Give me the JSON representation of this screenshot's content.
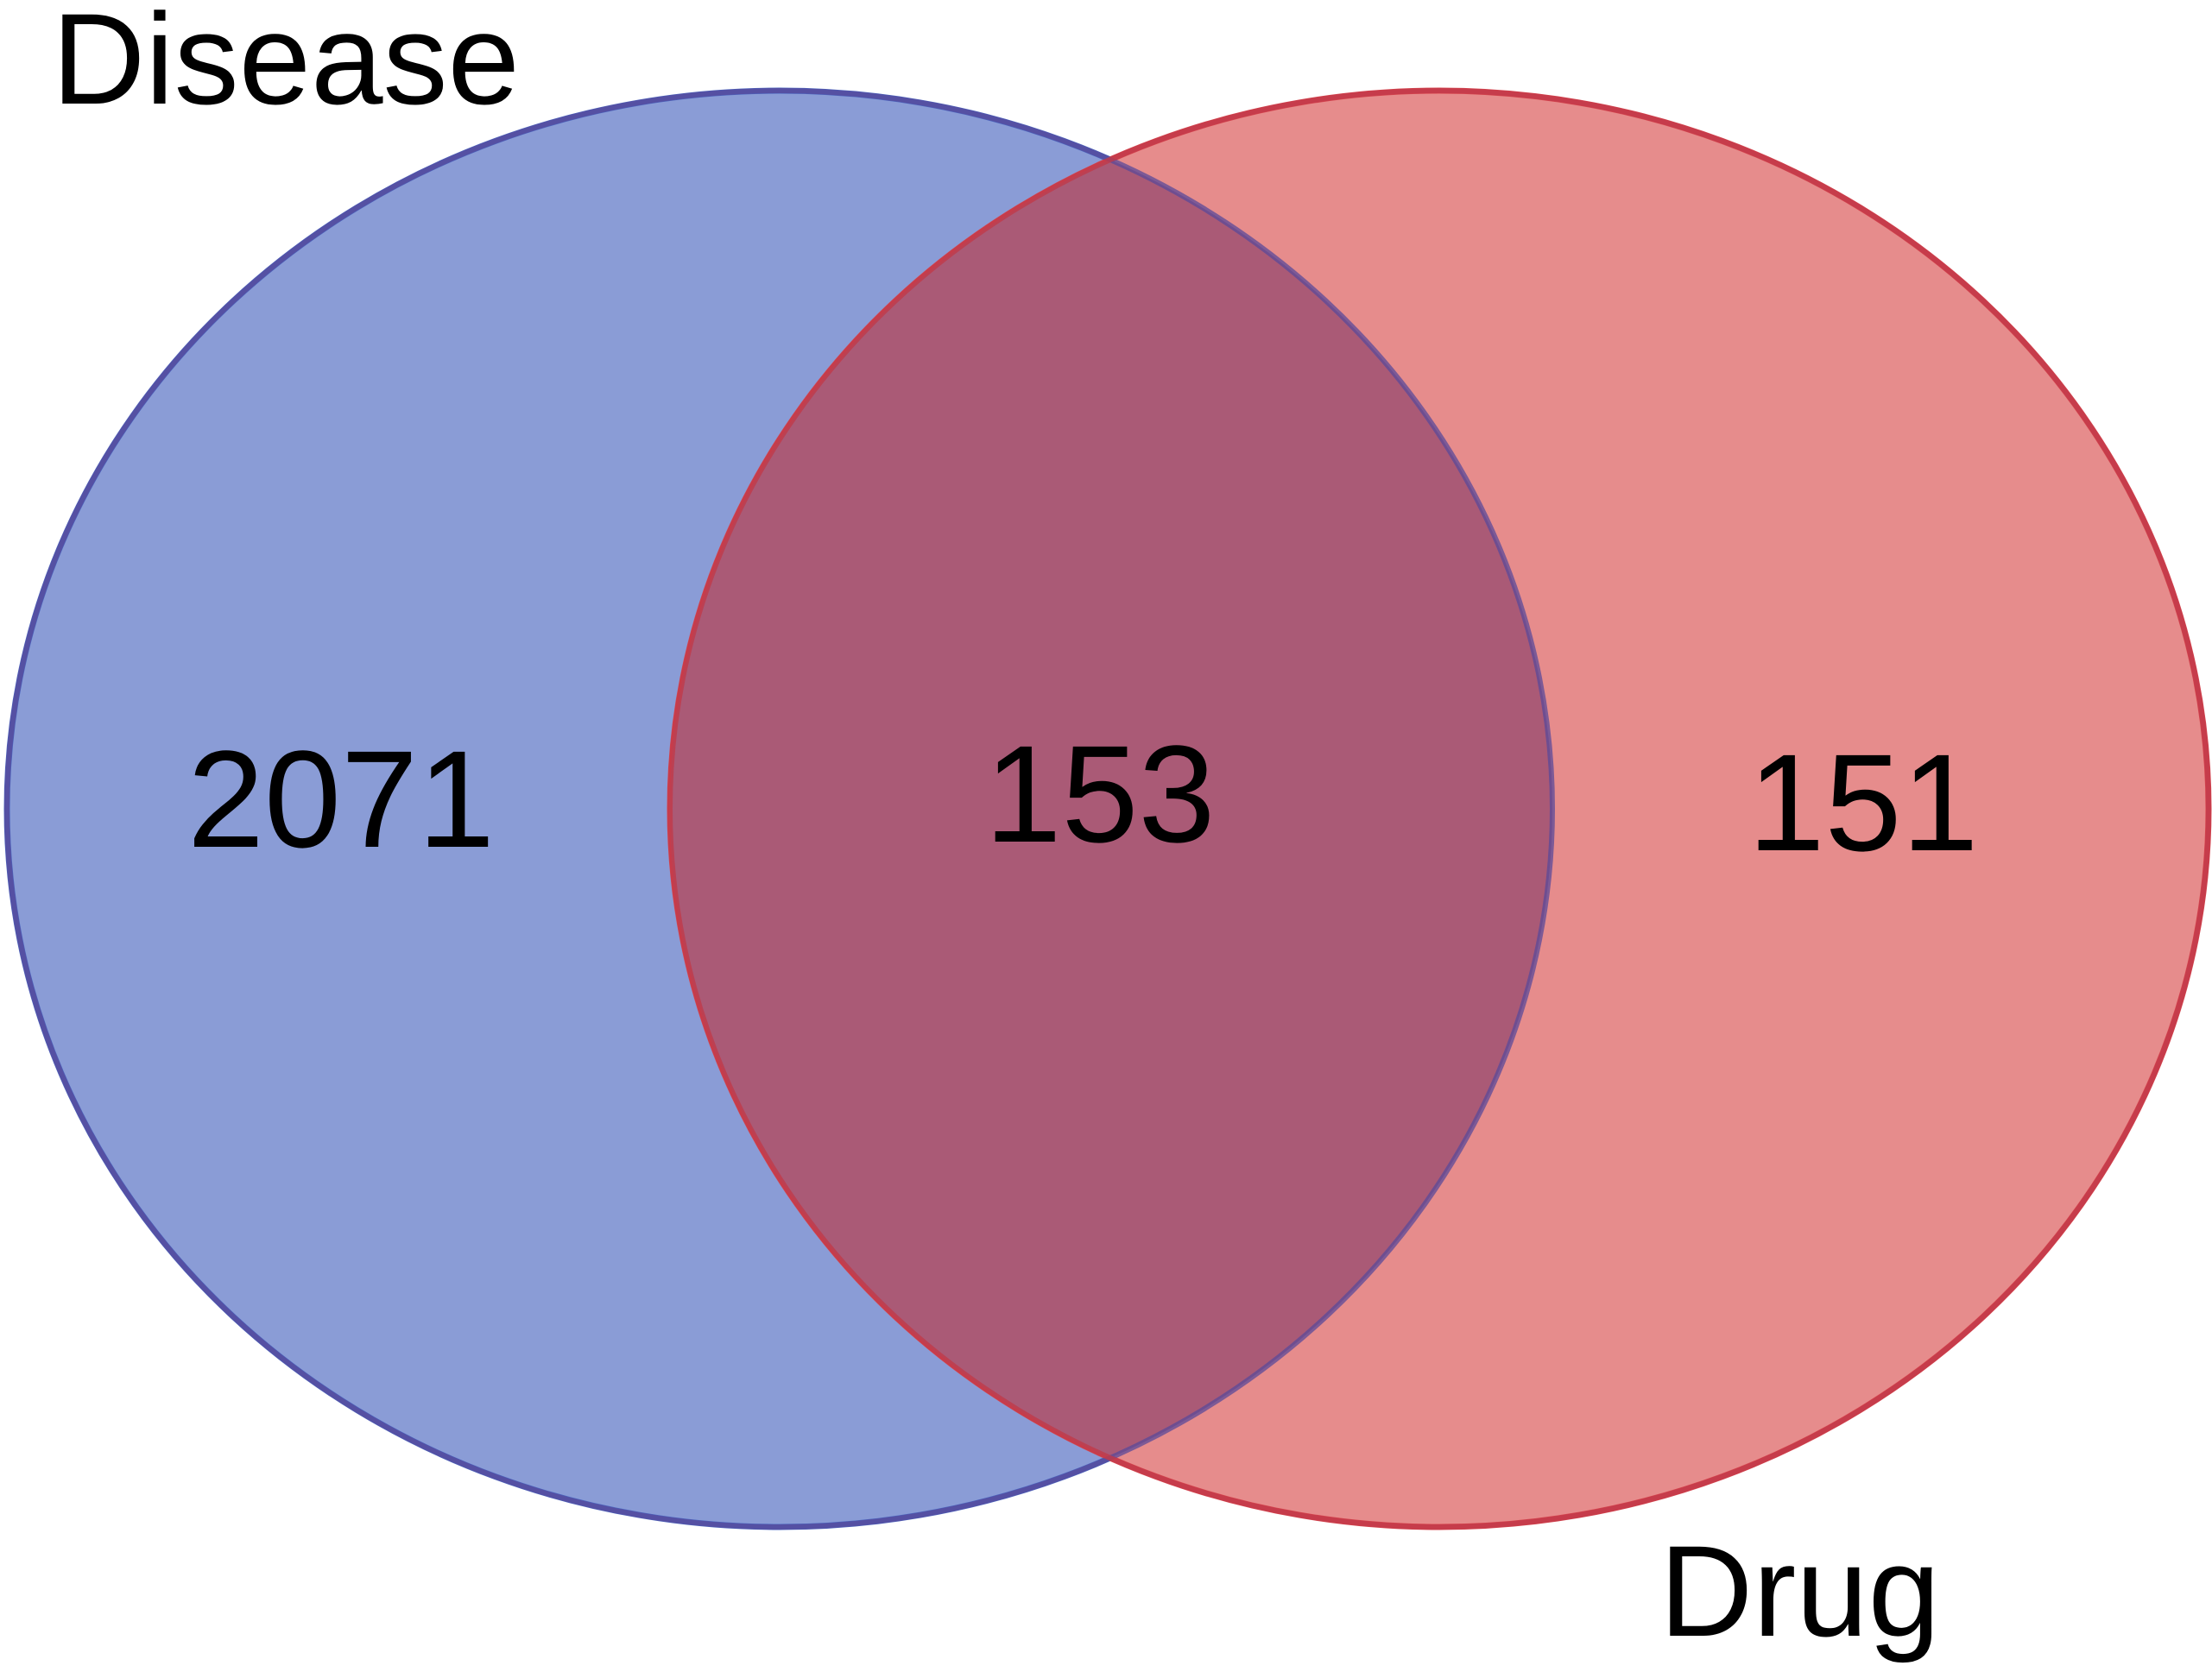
{
  "diagram": {
    "type": "venn",
    "sets": [
      {
        "name": "Disease",
        "color": "#4a66c0",
        "fill": "#8a9cd6"
      },
      {
        "name": "Drug",
        "color": "#d9474f",
        "fill": "#e68c8c"
      }
    ],
    "counts": {
      "disease_only": "2071",
      "intersection": "153",
      "drug_only": "151"
    },
    "overlap_fill": "#aa5a76"
  }
}
